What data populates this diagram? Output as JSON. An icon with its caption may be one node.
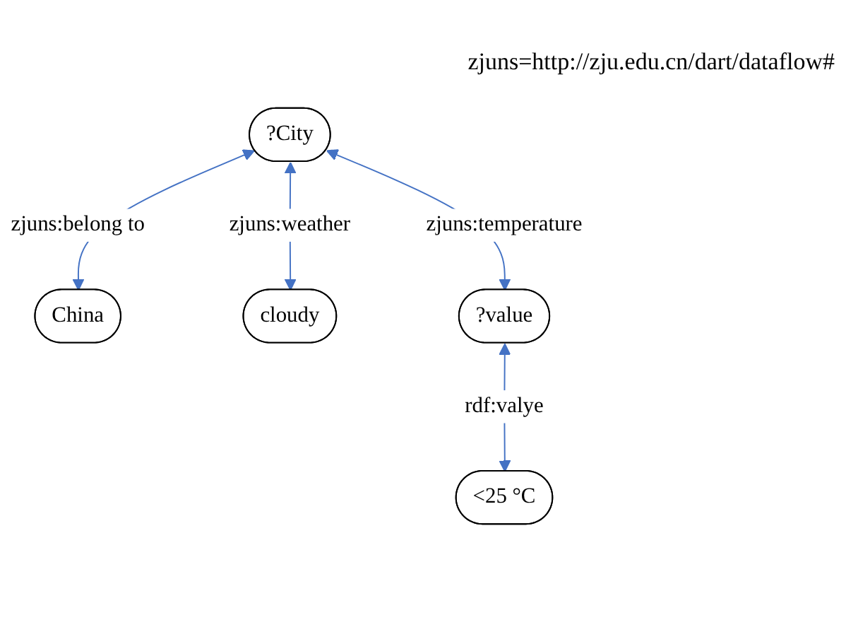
{
  "diagram": {
    "nodes": [
      {
        "text": [
          "?City"
        ]
      },
      {
        "text": [
          "China"
        ]
      },
      {
        "text": [
          "cloudy"
        ]
      },
      {
        "text": [
          "?value"
        ]
      },
      {
        "text": [
          "<25 °C"
        ]
      }
    ],
    "edges": [
      {
        "from": 0,
        "to": 1,
        "arrow": "both",
        "label": "zjuns:belong to"
      },
      {
        "from": 0,
        "to": 2,
        "arrow": "both",
        "label": "zjuns:weather"
      },
      {
        "from": 0,
        "to": 3,
        "arrow": "both",
        "label": "zjuns:temperature"
      },
      {
        "from": 3,
        "to": 4,
        "arrow": "both",
        "label": "rdf:valye"
      }
    ],
    "labels": [
      "zjuns=http://zju.edu.cn/dart/dataflow#"
    ]
  }
}
